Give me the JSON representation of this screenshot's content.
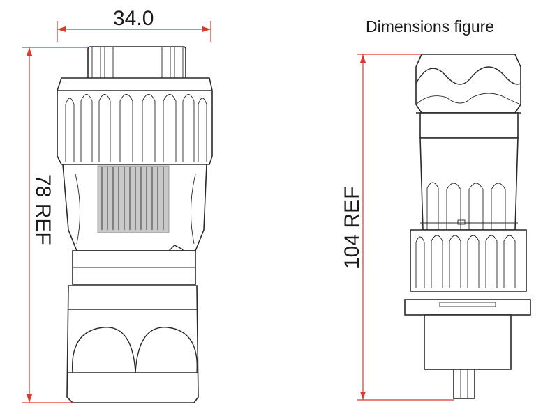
{
  "title": "Dimensions figure",
  "left_view": {
    "width_label": "34.0",
    "height_label": "78 REF"
  },
  "right_view": {
    "height_label": "104 REF"
  },
  "colors": {
    "dimension_line": "#d9382e",
    "outline": "#2a2a2a",
    "text": "#1a1a1a"
  }
}
